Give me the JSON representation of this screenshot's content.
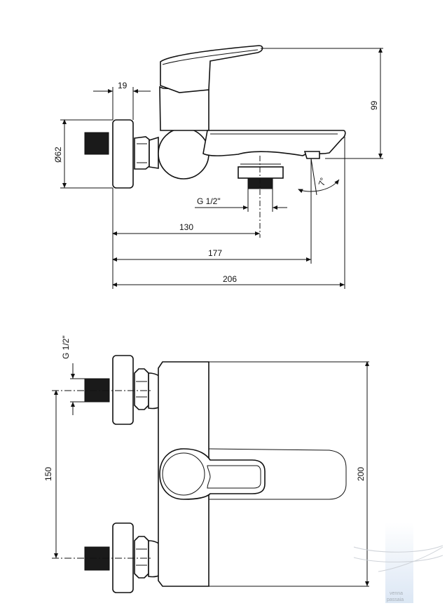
{
  "drawing": {
    "side_view": {
      "dims": {
        "wall_offset": "19",
        "diameter": "Ø62",
        "height": "99",
        "thread": "G 1/2\"",
        "to_outlet": "130",
        "to_spout": "177",
        "total": "206",
        "angle": "7°"
      }
    },
    "front_view": {
      "dims": {
        "thread": "G 1/2\"",
        "spacing": "150",
        "height": "200"
      }
    },
    "logo": {
      "text": "venna\npassaia"
    }
  }
}
